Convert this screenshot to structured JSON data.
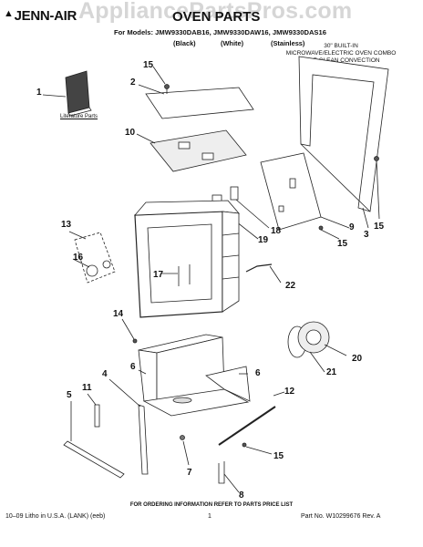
{
  "watermark": "AppliancePartsPros.com",
  "brand": {
    "name": "JENN-AIR"
  },
  "title": "OVEN PARTS",
  "models_line": "For Models: JMW9330DAB16, JMW9330DAW16, JMW9330DAS16",
  "variants": [
    "(Black)",
    "(White)",
    "(Stainless)"
  ],
  "description": [
    "30\" BUILT-IN",
    "MICROWAVE/ELECTRIC OVEN COMBO",
    "SELF-CLEAN CONVECTION"
  ],
  "literature_label": "Literature Parts",
  "callouts": [
    "15",
    "2",
    "1",
    "10",
    "3",
    "15",
    "9",
    "15",
    "18",
    "19",
    "13",
    "16",
    "17",
    "22",
    "14",
    "20",
    "21",
    "6",
    "4",
    "6",
    "5",
    "11",
    "12",
    "15",
    "7",
    "8"
  ],
  "footer": {
    "notice": "FOR ORDERING INFORMATION REFER TO PARTS PRICE LIST",
    "litho": "10–09 Litho in U.S.A. (LANK) (eeb)",
    "page": "1",
    "part_no": "Part No. W10299676 Rev. A"
  }
}
